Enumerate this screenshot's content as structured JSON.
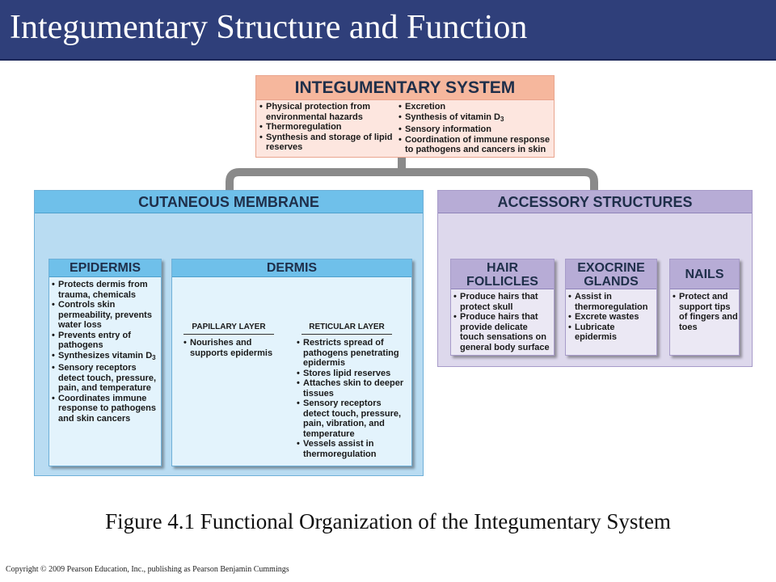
{
  "slide": {
    "title": "Integumentary Structure and Function",
    "caption": "Figure 4.1 Functional Organization of the Integumentary System",
    "copyright": "Copyright © 2009 Pearson Education, Inc., publishing as Pearson Benjamin Cummings"
  },
  "system": {
    "title": "INTEGUMENTARY SYSTEM",
    "col1": [
      "Physical protection from environmental hazards",
      "Thermoregulation",
      "Synthesis and storage of lipid reserves"
    ],
    "col2": [
      "Excretion",
      "Synthesis of vitamin D",
      "Sensory information",
      "Coordination of immune response to pathogens and cancers in skin"
    ]
  },
  "cutaneous": {
    "title": "CUTANEOUS MEMBRANE",
    "epidermis": {
      "title": "EPIDERMIS",
      "items": [
        "Protects dermis from trauma, chemicals",
        "Controls skin permeability, prevents water loss",
        "Prevents entry of pathogens",
        "Synthesizes vitamin D",
        "Sensory receptors detect touch, pressure, pain, and temperature",
        "Coordinates immune response to pathogens and skin cancers"
      ]
    },
    "dermis": {
      "title": "DERMIS",
      "papillary": {
        "title": "PAPILLARY LAYER",
        "items": [
          "Nourishes and supports epidermis"
        ]
      },
      "reticular": {
        "title": "RETICULAR LAYER",
        "items": [
          "Restricts spread of pathogens penetrating epidermis",
          "Stores lipid reserves",
          "Attaches skin to deeper tissues",
          "Sensory receptors detect touch, pressure, pain, vibration, and temperature",
          "Vessels assist in thermoregulation"
        ]
      }
    }
  },
  "accessory": {
    "title": "ACCESSORY STRUCTURES",
    "hair": {
      "title": "HAIR FOLLICLES",
      "items": [
        "Produce hairs that protect skull",
        "Produce hairs that provide delicate touch sensations on general body surface"
      ]
    },
    "exocrine": {
      "title": "EXOCRINE GLANDS",
      "items": [
        "Assist in thermoregulation",
        "Excrete wastes",
        "Lubricate epidermis"
      ]
    },
    "nails": {
      "title": "NAILS",
      "items": [
        "Protect and support tips of fingers and toes"
      ]
    }
  },
  "subscript": "3",
  "colors": {
    "title_bar": "#2f3f7a",
    "system": "#f6b79d",
    "cutaneous": "#6fc0ea",
    "accessory": "#b7acd6",
    "arrow": "#8a8a8a"
  }
}
